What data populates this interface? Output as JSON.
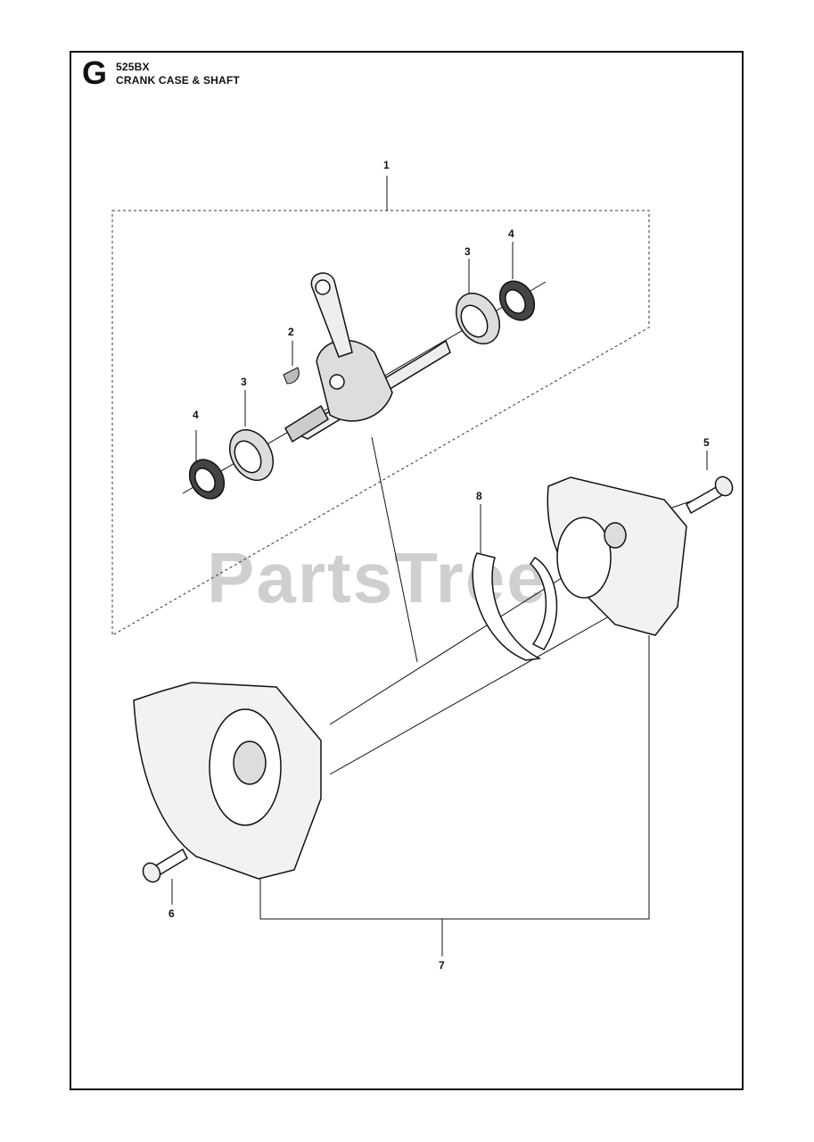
{
  "header": {
    "section": "G",
    "model": "525BX",
    "title": "CRANK CASE & SHAFT"
  },
  "watermark": "PartsTree",
  "callouts": [
    {
      "id": "c1",
      "label": "1"
    },
    {
      "id": "c2",
      "label": "2"
    },
    {
      "id": "c3a",
      "label": "3"
    },
    {
      "id": "c3b",
      "label": "3"
    },
    {
      "id": "c4a",
      "label": "4"
    },
    {
      "id": "c4b",
      "label": "4"
    },
    {
      "id": "c5",
      "label": "5"
    },
    {
      "id": "c6",
      "label": "6"
    },
    {
      "id": "c7",
      "label": "7"
    },
    {
      "id": "c8",
      "label": "8"
    }
  ],
  "parts": [
    {
      "ref": "1",
      "name": "crankshaft-assembly"
    },
    {
      "ref": "2",
      "name": "woodruff-key"
    },
    {
      "ref": "3",
      "name": "ball-bearing"
    },
    {
      "ref": "4",
      "name": "oil-seal"
    },
    {
      "ref": "5",
      "name": "screw"
    },
    {
      "ref": "6",
      "name": "screw"
    },
    {
      "ref": "7",
      "name": "crank-case"
    },
    {
      "ref": "8",
      "name": "gasket"
    }
  ]
}
